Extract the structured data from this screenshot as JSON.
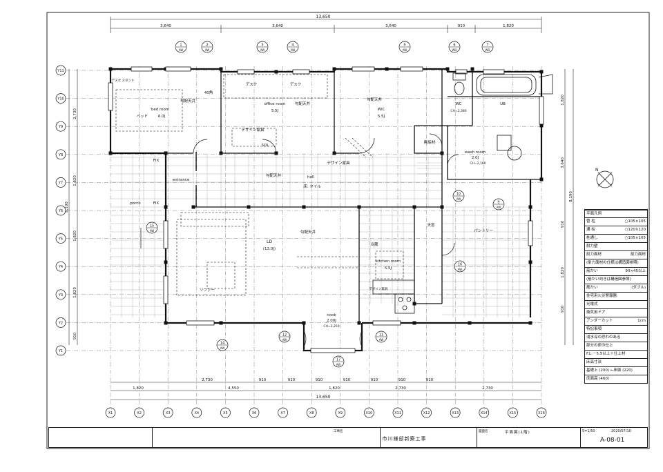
{
  "dims": {
    "top_total": "13,650",
    "top": [
      "3,640",
      "3,640",
      "3,640",
      "910",
      "1,820"
    ],
    "bottom_total": "13,650",
    "bottom_a": [
      "1,820",
      "4,550",
      "1,820",
      "2,730",
      "2,730"
    ],
    "bottom_b": [
      "2,730",
      "910",
      "910",
      "910",
      "910",
      "910",
      "910",
      "910",
      "910"
    ],
    "left": [
      "2,730",
      "1,820",
      "1,820",
      "1,820",
      "910"
    ],
    "left_total": "8,190",
    "right": [
      "1,820",
      "3,640",
      "910",
      "1,820",
      "910"
    ],
    "right_total": "8,190"
  },
  "grid": {
    "x": [
      "X1",
      "X2",
      "X3",
      "X4",
      "X5",
      "X6",
      "X7",
      "X8",
      "X9",
      "X10",
      "X11",
      "X12",
      "X13",
      "X14",
      "X15",
      "X16"
    ],
    "y": [
      "Y11",
      "Y10",
      "Y9",
      "Y8",
      "Y7",
      "Y6",
      "Y5",
      "Y4",
      "Y3",
      "Y2",
      "Y1"
    ]
  },
  "markers_top": [
    {
      "n": "1",
      "s": "AW"
    },
    {
      "n": "2",
      "s": "AW"
    },
    {
      "n": "3",
      "s": "AW"
    },
    {
      "n": "4",
      "s": "AW"
    },
    {
      "n": "5",
      "s": "AW"
    },
    {
      "n": "6",
      "s": "WD"
    },
    {
      "n": "7",
      "s": "WD"
    }
  ],
  "markers_mid": [
    {
      "n": "15",
      "s": "AW"
    },
    {
      "n": "9",
      "s": "AW"
    },
    {
      "n": "10",
      "s": "AW"
    },
    {
      "n": "16",
      "s": "AW"
    },
    {
      "n": "14",
      "s": "AW"
    },
    {
      "n": "12",
      "s": "AW"
    },
    {
      "n": "11",
      "s": "AW"
    },
    {
      "n": "17",
      "s": "AW"
    }
  ],
  "rooms": {
    "bed": "bed room",
    "bed_area": "6.0J",
    "bed_label": "ベッド",
    "office": "office room",
    "office_area": "5.5J",
    "wic": "WIC",
    "wic_area": "5.5J",
    "wc": "WC",
    "ub": "UB",
    "ch1": "CH=2,380",
    "ch2": "CH=2,160",
    "wash": "wash room",
    "wash_area": "2.0J",
    "entrance": "entrance",
    "hall": "hall",
    "hall_sub": "床: タイル",
    "porch": "porch",
    "ld": "LD",
    "ld_area": "(13.0J)",
    "kitchen": "kitchen room",
    "kitchen_area": "5.5J",
    "nook": "nook",
    "nook_area": "2.00J",
    "nook_ch": "CH=2,250",
    "sofa": "ソファー",
    "desk1": "デスク",
    "desk2": "デスク",
    "design1": "デザイン家具",
    "design2": "デザイン家具",
    "design3": "デザイン家具",
    "kouhai1": "勾配天井",
    "kouhai2": "勾配天井",
    "kouhai3": "勾配天井",
    "kouhai4": "勾配天井",
    "kouhai5": "勾配天井",
    "stand": "デスク スタンド",
    "shelf": "40角",
    "fix1": "FIX",
    "fix2": "FIX",
    "tenkyu": "天窓",
    "reizo": "冷蔵",
    "pantry": "パントリー",
    "sol": "SOL",
    "mukuni": "無垢材"
  },
  "legend": {
    "title": "平面凡例",
    "rows": [
      {
        "a": "管 柱",
        "b": "○105×105"
      },
      {
        "a": "通 柱",
        "b": "○120×120"
      },
      {
        "a": "柱通し",
        "b": "○105×105"
      },
      {
        "a": "耐力壁",
        "b": ""
      },
      {
        "a": "耐力面材",
        "b": "耐力面材"
      },
      {
        "a": "(耐力面材の仕様は構造図参照)",
        "b": ""
      },
      {
        "a": "筋かい",
        "b": "90×45以上"
      },
      {
        "a": "(筋かい向きは構造図参照)",
        "b": ""
      },
      {
        "a": "筋かい",
        "b": "(ダブル)"
      },
      {
        "a": "住宅用火災警報器",
        "b": ""
      },
      {
        "a": "光電式",
        "b": ""
      },
      {
        "a": "換気用ドア",
        "b": ""
      },
      {
        "a": "アンダーカット",
        "b": "1cm"
      },
      {
        "a": "特記事項",
        "b": ""
      },
      {
        "a": "浸水深の恐れのある",
        "b": ""
      },
      {
        "a": "部分の床の仕上",
        "b": ""
      },
      {
        "a": "F.L:－5.5以上＋仕上材",
        "b": ""
      },
      {
        "a": "床高寸法",
        "b": ""
      },
      {
        "a": "基礎上 (200) ←床面 (220)",
        "b": ""
      },
      {
        "a": "床面高 (460)",
        "b": ""
      }
    ]
  },
  "title_block": {
    "label_project": "工事名",
    "project": "市川様邸新築工事",
    "label_drawing": "図面名",
    "drawing": "平面図(1階)",
    "scale": "S=1/50",
    "date": "2020/07/10",
    "sheet": "A-08-01"
  },
  "colors": {
    "ink": "#111111",
    "paper": "#ffffff",
    "grid": "#555555"
  }
}
